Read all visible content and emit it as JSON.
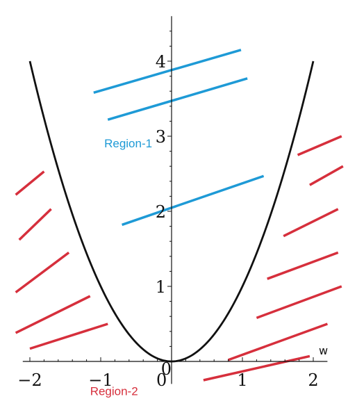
{
  "chart_data": {
    "type": "line",
    "xlabel": "w",
    "ylabel": "",
    "xlim": [
      -2.1,
      2.2
    ],
    "ylim": [
      -0.3,
      4.6
    ],
    "x_ticks": [
      {
        "value": -2,
        "label": "−2"
      },
      {
        "value": -1,
        "label": "−1"
      },
      {
        "value": 0,
        "label": "0"
      },
      {
        "value": 1,
        "label": "1"
      },
      {
        "value": 2,
        "label": "2"
      }
    ],
    "y_ticks": [
      {
        "value": 0,
        "label": "0"
      },
      {
        "value": 1,
        "label": "1"
      },
      {
        "value": 2,
        "label": "2"
      },
      {
        "value": 3,
        "label": "3"
      },
      {
        "value": 4,
        "label": "4"
      }
    ],
    "curve": {
      "function": "y = w^2",
      "domain": [
        -2,
        2
      ],
      "color": "#111111"
    },
    "region_labels": [
      {
        "text": "Region-1",
        "x": -0.95,
        "y": 2.85,
        "color": "#1e9ad6"
      },
      {
        "text": "Region-2",
        "x": -1.15,
        "y": -0.45,
        "color": "#d62f3c"
      }
    ],
    "region1_segments": {
      "color": "#1e9ad6",
      "lines": [
        [
          [
            -1.1,
            3.58
          ],
          [
            0.98,
            4.15
          ]
        ],
        [
          [
            -0.9,
            3.22
          ],
          [
            1.07,
            3.77
          ]
        ],
        [
          [
            -0.7,
            1.82
          ],
          [
            1.3,
            2.47
          ]
        ]
      ]
    },
    "region2_segments": {
      "color": "#d62f3c",
      "lines": [
        [
          [
            -2.2,
            2.22
          ],
          [
            -1.8,
            2.53
          ]
        ],
        [
          [
            -2.15,
            1.62
          ],
          [
            -1.7,
            2.03
          ]
        ],
        [
          [
            -2.2,
            0.92
          ],
          [
            -1.45,
            1.45
          ]
        ],
        [
          [
            -2.2,
            0.38
          ],
          [
            -1.15,
            0.87
          ]
        ],
        [
          [
            -2.0,
            0.17
          ],
          [
            -0.9,
            0.5
          ]
        ],
        [
          [
            1.78,
            2.75
          ],
          [
            2.4,
            3.0
          ]
        ],
        [
          [
            1.95,
            2.35
          ],
          [
            2.42,
            2.6
          ]
        ],
        [
          [
            1.58,
            1.67
          ],
          [
            2.35,
            2.03
          ]
        ],
        [
          [
            1.35,
            1.1
          ],
          [
            2.35,
            1.45
          ]
        ],
        [
          [
            1.2,
            0.58
          ],
          [
            2.4,
            1.0
          ]
        ],
        [
          [
            0.8,
            0.02
          ],
          [
            2.2,
            0.5
          ]
        ],
        [
          [
            0.45,
            -0.25
          ],
          [
            1.95,
            0.07
          ]
        ]
      ]
    }
  }
}
